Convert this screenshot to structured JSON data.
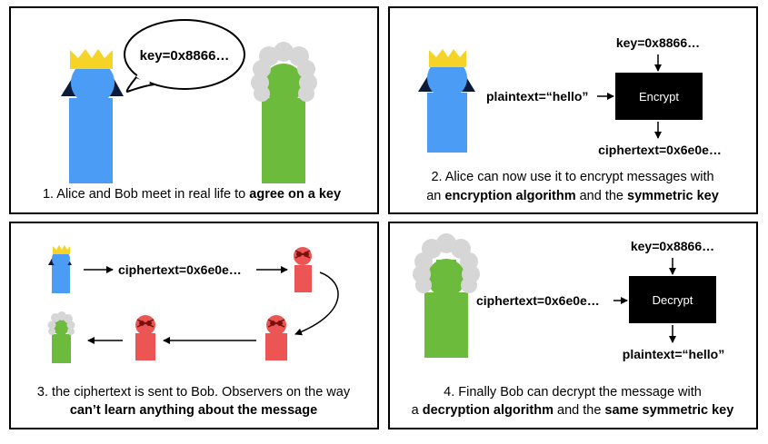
{
  "colors": {
    "alice_blue": "#4a9cf5",
    "alice_hair": "#0d1b3a",
    "crown_gold": "#f5d327",
    "bob_green": "#6cbb3c",
    "wig_grey": "#d6d6d6",
    "observer_red": "#ec5553",
    "box_black": "#000000"
  },
  "panel1": {
    "speech": "key=0x8866…",
    "caption_normal": "1. Alice and Bob meet in real life to ",
    "caption_bold": "agree on a key"
  },
  "panel2": {
    "key_label": "key=0x8866…",
    "plaintext_label": "plaintext=“hello”",
    "box_label": "Encrypt",
    "ciphertext_label": "ciphertext=0x6e0e…",
    "caption_line1": "2. Alice can now use it to encrypt messages with",
    "caption_line2_a": "an ",
    "caption_line2_b": "encryption algorithm",
    "caption_line2_c": " and the ",
    "caption_line2_d": "symmetric key"
  },
  "panel3": {
    "ciphertext_label": "ciphertext=0x6e0e…",
    "caption_line1": "3. the ciphertext is sent to Bob. Observers on the way",
    "caption_line2": "can’t learn anything about the message"
  },
  "panel4": {
    "key_label": "key=0x8866…",
    "ciphertext_label": "ciphertext=0x6e0e…",
    "box_label": "Decrypt",
    "plaintext_label": "plaintext=“hello”",
    "caption_line1": "4. Finally Bob can decrypt the message with",
    "caption_line2_a": "a ",
    "caption_line2_b": "decryption algorithm",
    "caption_line2_c": " and the ",
    "caption_line2_d": "same symmetric key"
  }
}
